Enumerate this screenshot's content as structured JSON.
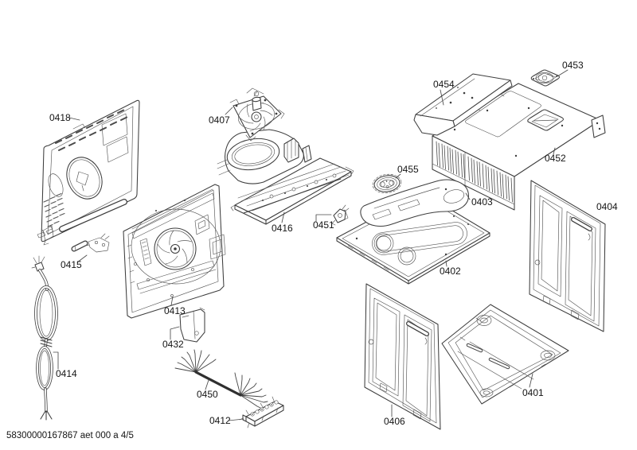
{
  "page": {
    "footer_text": "58300000167867 aet 000 a 4/5",
    "document_number": "58300000167867",
    "revision_code": "aet 000 a",
    "page_indicator": "4/5"
  },
  "labels": {
    "l0401": "0401",
    "l0402": "0402",
    "l0403": "0403",
    "l0404": "0404",
    "l0406": "0406",
    "l0407": "0407",
    "l0412": "0412",
    "l0413": "0413",
    "l0414": "0414",
    "l0415": "0415",
    "l0416": "0416",
    "l0418": "0418",
    "l0432": "0432",
    "l0450": "0450",
    "l0451": "0451",
    "l0452": "0452",
    "l0453": "0453",
    "l0454": "0454",
    "l0455": "0455"
  }
}
